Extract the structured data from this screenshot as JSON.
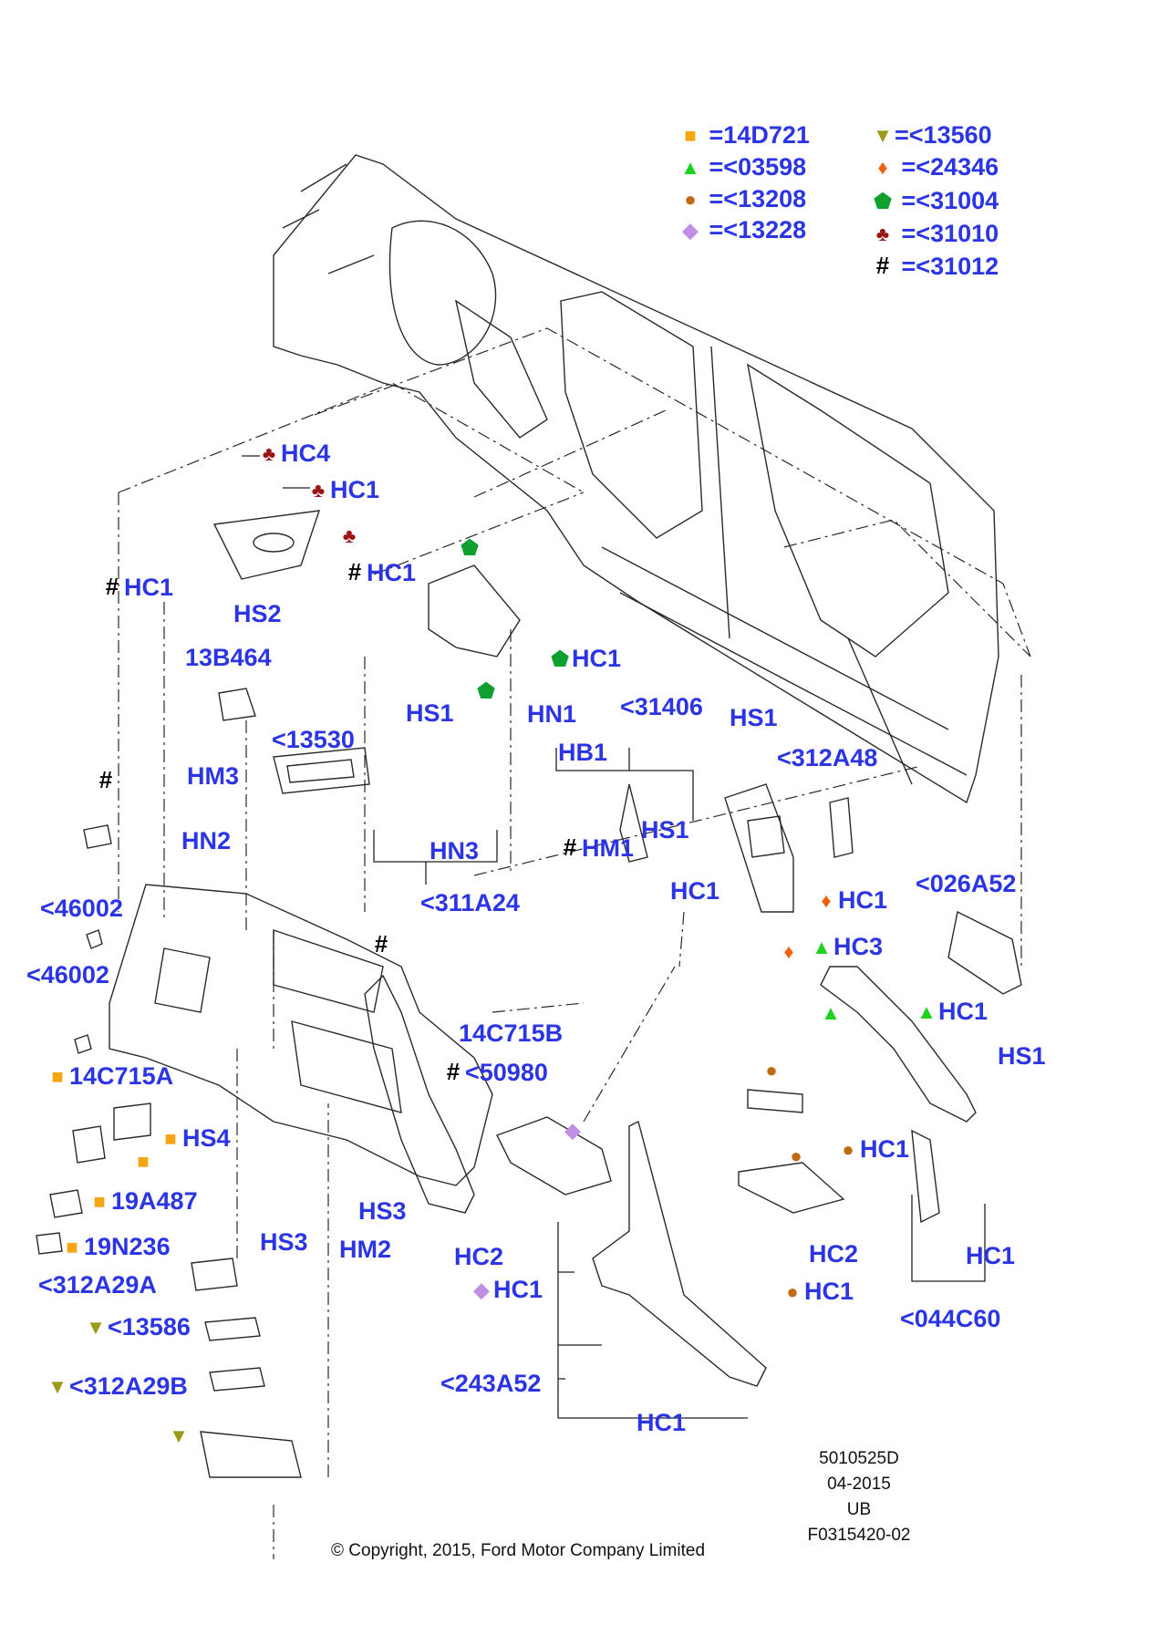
{
  "legend": [
    {
      "symbol": "square-marker",
      "color": "#f5a50f",
      "code": "14D721"
    },
    {
      "symbol": "triangle-up-marker",
      "color": "#1fd21f",
      "code": "<03598"
    },
    {
      "symbol": "circle-marker",
      "color": "#c06a12",
      "code": "<13208"
    },
    {
      "symbol": "diamond-marker",
      "color": "#c08ee4",
      "code": "<13228"
    },
    {
      "symbol": "triangle-down-marker",
      "color": "#9c9a1a",
      "code": "<13560"
    },
    {
      "symbol": "narrow-diamond-marker",
      "color": "#f06010",
      "code": "<24346"
    },
    {
      "symbol": "pentagon-marker",
      "color": "#10a030",
      "code": "<31004"
    },
    {
      "symbol": "club-marker",
      "color": "#9a1414",
      "code": "<31010"
    },
    {
      "symbol": "hash-marker",
      "color": "#000000",
      "code": "<31012"
    }
  ],
  "equals_sign": "=",
  "callouts": {
    "hc4_top": {
      "prefix": "club",
      "text": "HC4"
    },
    "hc1_club": {
      "prefix": "club",
      "text": "HC1"
    },
    "club_only": {
      "prefix": "club",
      "text": ""
    },
    "hash_hc1_left": {
      "prefix": "#",
      "text": "HC1"
    },
    "hs2": {
      "prefix": "",
      "text": "HS2"
    },
    "hash_hc1_mid": {
      "prefix": "#",
      "text": "HC1"
    },
    "pentagon_top": {
      "prefix": "pentagon",
      "text": ""
    },
    "pentagon_hc1": {
      "prefix": "pentagon",
      "text": "HC1"
    },
    "pentagon_low": {
      "prefix": "pentagon",
      "text": ""
    },
    "code_13b464": {
      "prefix": "",
      "text": "13B464"
    },
    "hs1_mid": {
      "prefix": "",
      "text": "HS1"
    },
    "hn1": {
      "prefix": "",
      "text": "HN1"
    },
    "hb1": {
      "prefix": "",
      "text": "HB1"
    },
    "code_31406": {
      "prefix": "",
      "text": "<31406"
    },
    "hs1_right_top": {
      "prefix": "",
      "text": "HS1"
    },
    "code_312a48": {
      "prefix": "",
      "text": "<312A48"
    },
    "code_13530": {
      "prefix": "",
      "text": "<13530"
    },
    "hm3": {
      "prefix": "",
      "text": "HM3"
    },
    "hash_left": {
      "prefix": "#",
      "text": ""
    },
    "hn2": {
      "prefix": "",
      "text": "HN2"
    },
    "hn3": {
      "prefix": "",
      "text": "HN3"
    },
    "hs1_mid_right": {
      "prefix": "",
      "text": "HS1"
    },
    "hash_hm1": {
      "prefix": "#",
      "text": "HM1"
    },
    "hc1_mid_right": {
      "prefix": "",
      "text": "HC1"
    },
    "diamond_hc1": {
      "prefix": "narrow-diamond",
      "text": "HC1"
    },
    "code_026a52": {
      "prefix": "",
      "text": "<026A52"
    },
    "code_46002_a": {
      "prefix": "",
      "text": "<46002"
    },
    "code_311a24": {
      "prefix": "",
      "text": "<311A24"
    },
    "hash_mid": {
      "prefix": "#",
      "text": ""
    },
    "diamond_only": {
      "prefix": "narrow-diamond",
      "text": ""
    },
    "tri_hc3": {
      "prefix": "triangle-up",
      "text": "HC3"
    },
    "code_46002_b": {
      "prefix": "",
      "text": "<46002"
    },
    "tri_only": {
      "prefix": "triangle-up",
      "text": ""
    },
    "tri_hc1": {
      "prefix": "triangle-up",
      "text": "HC1"
    },
    "code_14c715b": {
      "prefix": "",
      "text": "14C715B"
    },
    "hs1_far_right": {
      "prefix": "",
      "text": "HS1"
    },
    "sq_14c715a": {
      "prefix": "square",
      "text": "14C715A"
    },
    "hash_50980": {
      "prefix": "#",
      "text": "<50980"
    },
    "circle_only_a": {
      "prefix": "circle",
      "text": ""
    },
    "sq_hs4": {
      "prefix": "square",
      "text": "HS4"
    },
    "diamond_purple_only": {
      "prefix": "diamond",
      "text": ""
    },
    "circle_hc1_right": {
      "prefix": "circle",
      "text": "HC1"
    },
    "circle_only_b": {
      "prefix": "circle",
      "text": ""
    },
    "sq_only": {
      "prefix": "square",
      "text": ""
    },
    "sq_19a487": {
      "prefix": "square",
      "text": "19A487"
    },
    "hs3_mid": {
      "prefix": "",
      "text": "HS3"
    },
    "hs3_left": {
      "prefix": "",
      "text": "HS3"
    },
    "sq_19n236": {
      "prefix": "square",
      "text": "19N236"
    },
    "hm2": {
      "prefix": "",
      "text": "HM2"
    },
    "hc2_mid": {
      "prefix": "",
      "text": "HC2"
    },
    "hc2_right": {
      "prefix": "",
      "text": "HC2"
    },
    "hc1_far_right": {
      "prefix": "",
      "text": "HC1"
    },
    "code_312a29a": {
      "prefix": "",
      "text": "<312A29A"
    },
    "diamond_hc1_low": {
      "prefix": "diamond",
      "text": "HC1"
    },
    "circle_hc1_low": {
      "prefix": "circle",
      "text": "HC1"
    },
    "code_044c60": {
      "prefix": "",
      "text": "<044C60"
    },
    "tri_13586": {
      "prefix": "triangle-down",
      "text": "<13586"
    },
    "tri_312a29b": {
      "prefix": "triangle-down",
      "text": "<312A29B"
    },
    "code_243a52": {
      "prefix": "",
      "text": "<243A52"
    },
    "tri_only_low": {
      "prefix": "triangle-down",
      "text": ""
    },
    "hc1_bottom": {
      "prefix": "",
      "text": "HC1"
    }
  },
  "reference": {
    "line1": "5010525D",
    "line2": "04-2015",
    "line3": "UB",
    "line4": "F0315420-02"
  },
  "copyright": "© Copyright, 2015, Ford Motor Company Limited"
}
